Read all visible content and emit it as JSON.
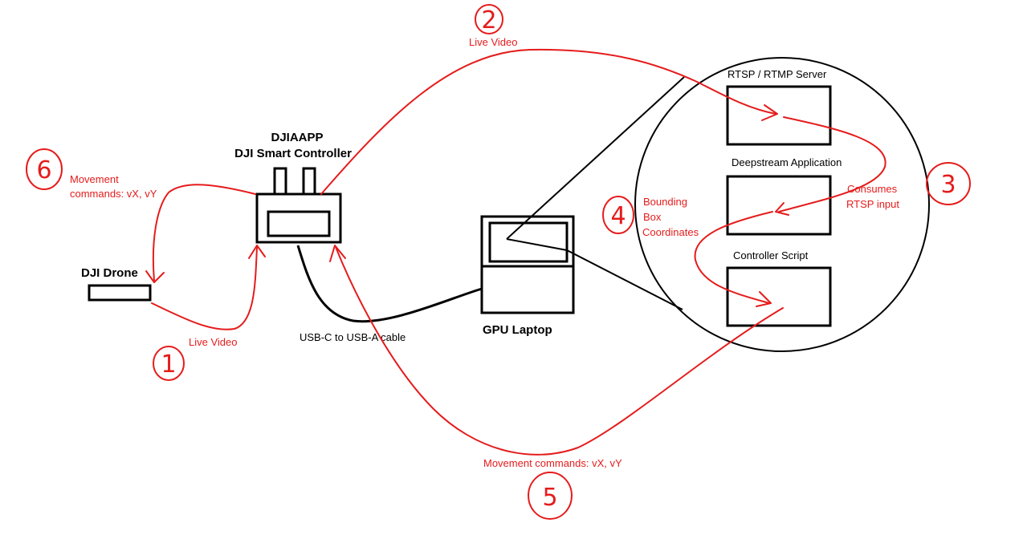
{
  "labels": {
    "controller_line1": "DJIAAPP",
    "controller_line2": "DJI Smart Controller",
    "drone": "DJI Drone",
    "laptop": "GPU Laptop",
    "cable": "USB-C to USB-A cable",
    "rtsp_server": "RTSP / RTMP Server",
    "deepstream": "Deepstream Application",
    "controller_script": "Controller Script"
  },
  "flows": {
    "f1": {
      "number": "1",
      "label": "Live Video"
    },
    "f2": {
      "number": "2",
      "label": "Live Video"
    },
    "f3": {
      "number": "3",
      "label_line1": "Consumes",
      "label_line2": "RTSP input"
    },
    "f4": {
      "number": "4",
      "label_line1": "Bounding",
      "label_line2": "Box",
      "label_line3": "Coordinates"
    },
    "f5": {
      "number": "5",
      "label": "Movement commands: vX, vY"
    },
    "f6": {
      "number": "6",
      "label_line1": "Movement",
      "label_line2": "commands: vX, vY"
    }
  },
  "colors": {
    "annotation": "#e51c1c",
    "structure": "#000000"
  }
}
